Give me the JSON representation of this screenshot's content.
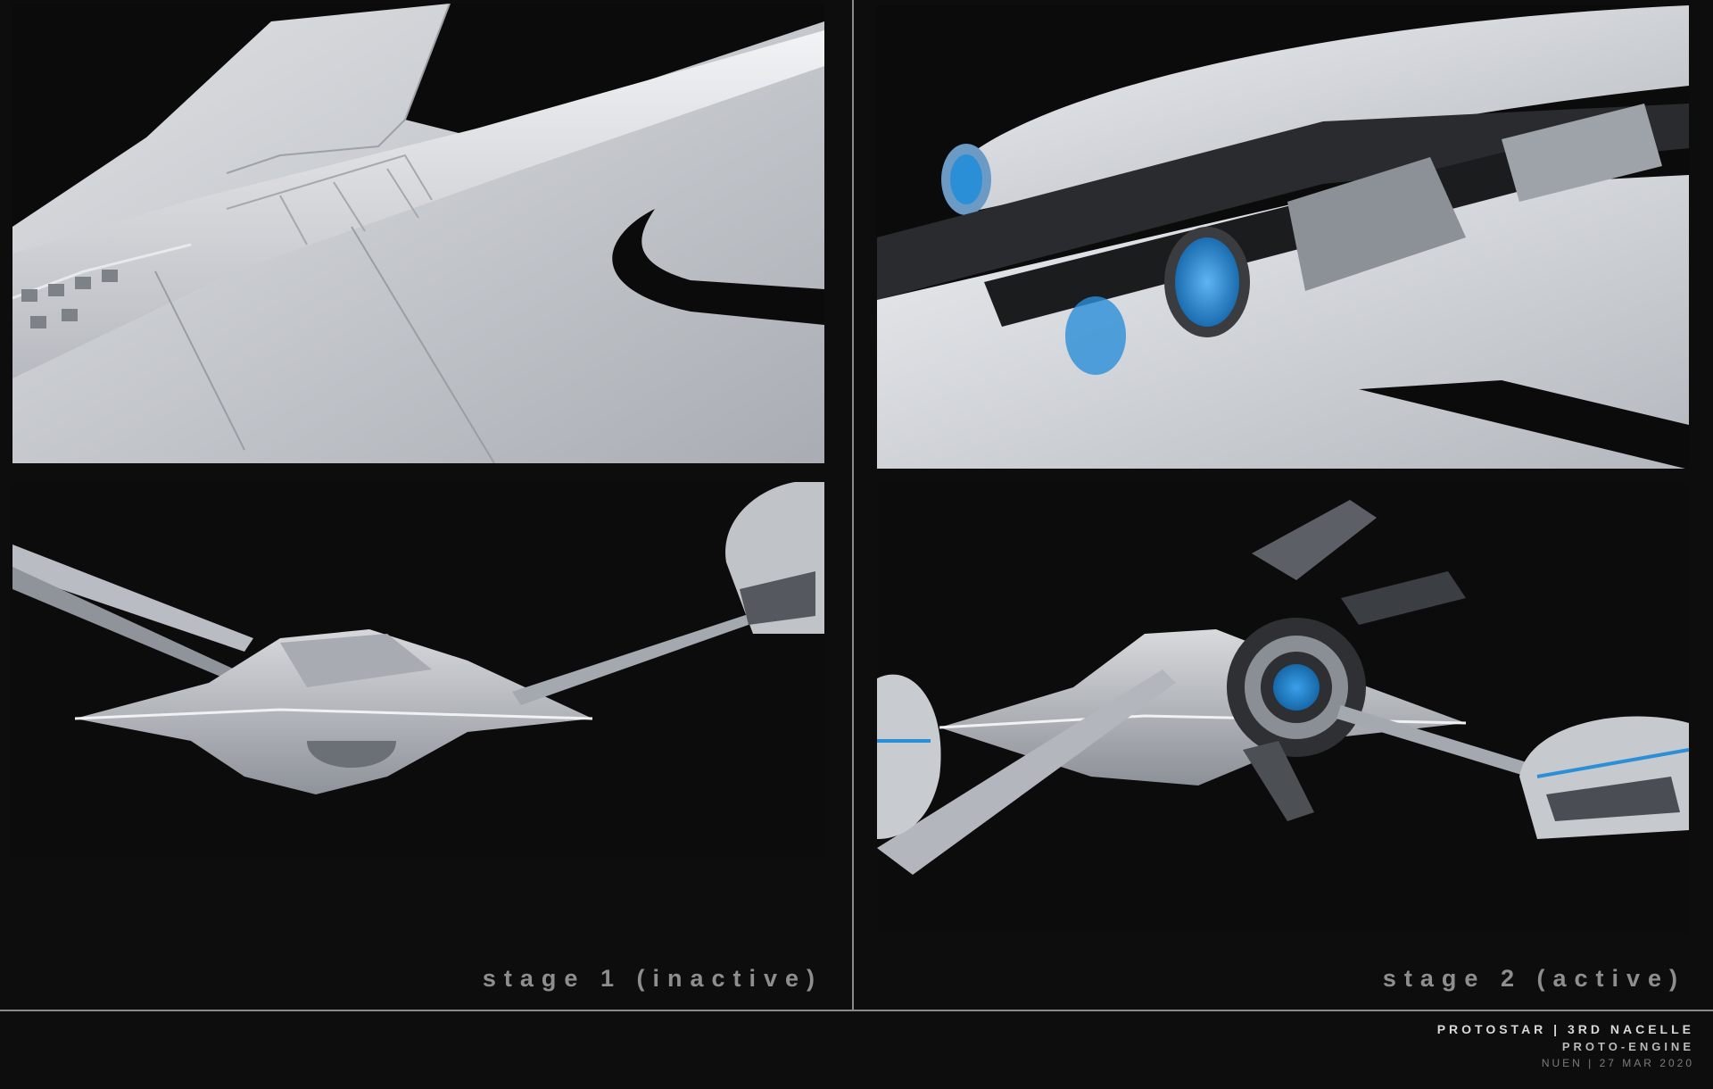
{
  "panels": {
    "top_left": {
      "image": "nacelle-wing-closeup-inactive"
    },
    "top_right": {
      "image": "nacelle-core-closeup-active"
    },
    "bottom_left": {
      "image": "nacelle-stage-1-overview"
    },
    "bottom_right": {
      "image": "nacelle-stage-2-overview"
    }
  },
  "labels": {
    "stage1": "stage 1 (inactive)",
    "stage2": "stage 2 (active)"
  },
  "footer": {
    "title": "PROTOSTAR | 3RD NACELLE",
    "subtitle": "PROTO-ENGINE",
    "credit": "NUEN | 27 MAR 2020"
  },
  "colors": {
    "background": "#0d0d0e",
    "hull": "#c9ccd1",
    "accent_blue": "#2b8fd8"
  }
}
